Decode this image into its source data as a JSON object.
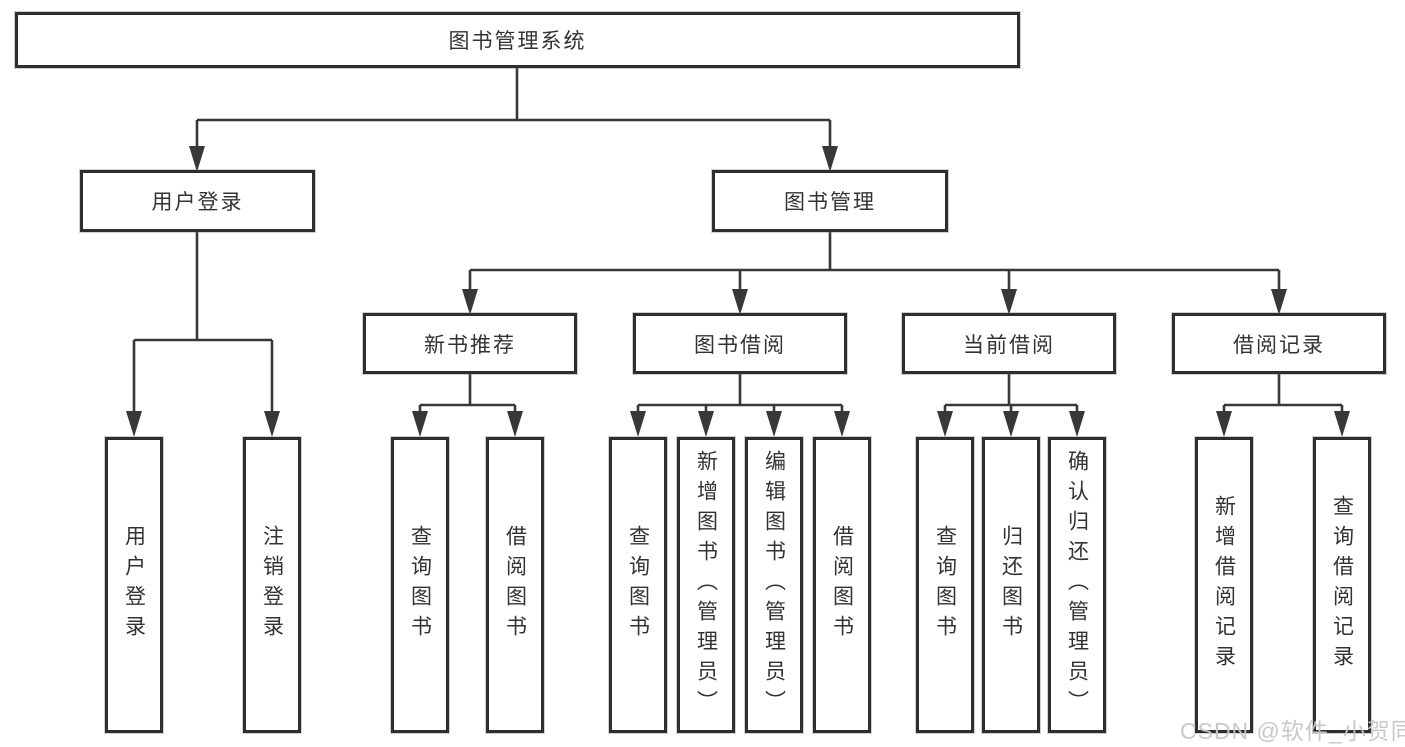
{
  "page": {
    "background_color": "#ffffff",
    "line_color": "#383838",
    "box_border_color": "#2e2e2e",
    "text_color": "#333333"
  },
  "diagram": {
    "root": {
      "label": "图书管理系统"
    },
    "level2": [
      {
        "label": "用户登录"
      },
      {
        "label": "图书管理"
      }
    ],
    "level3": [
      {
        "label": "新书推荐"
      },
      {
        "label": "图书借阅"
      },
      {
        "label": "当前借阅"
      },
      {
        "label": "借阅记录"
      }
    ],
    "leaves": [
      {
        "label": "用户登录"
      },
      {
        "label": "注销登录"
      },
      {
        "label": "查询图书"
      },
      {
        "label": "借阅图书"
      },
      {
        "label": "查询图书"
      },
      {
        "label": "新增图书（管理员）"
      },
      {
        "label": "编辑图书（管理员）"
      },
      {
        "label": "借阅图书"
      },
      {
        "label": "查询图书"
      },
      {
        "label": "归还图书"
      },
      {
        "label": "确认归还（管理员）"
      },
      {
        "label": "新增借阅记录"
      },
      {
        "label": "查询借阅记录"
      }
    ]
  },
  "watermark": {
    "text": "CSDN @软件_小贺同学",
    "color": "#c6c6c6"
  }
}
